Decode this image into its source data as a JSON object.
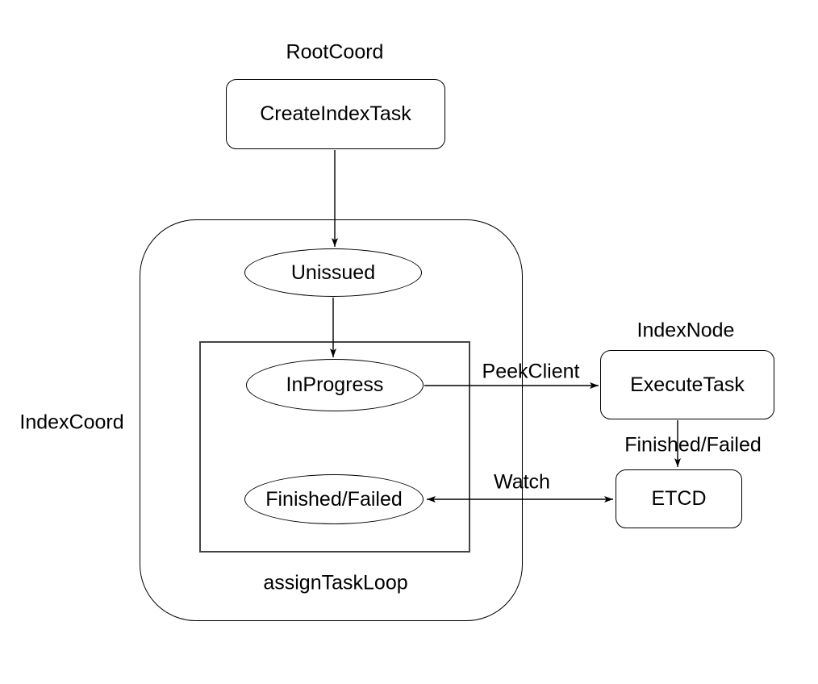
{
  "diagram": {
    "groups": {
      "root_coord": "RootCoord",
      "index_coord": "IndexCoord",
      "index_node": "IndexNode",
      "assign_task_loop": "assignTaskLoop"
    },
    "nodes": {
      "create_index_task": "CreateIndexTask",
      "execute_task": "ExecuteTask",
      "etcd": "ETCD"
    },
    "states": {
      "unissued": "Unissued",
      "in_progress": "InProgress",
      "finished_failed": "Finished/Failed"
    },
    "edge_labels": {
      "peek_client": "PeekClient",
      "finished_failed": "Finished/Failed",
      "watch": "Watch"
    },
    "colors": {
      "stroke": "#000000",
      "text": "#000000",
      "background": "#ffffff"
    }
  }
}
